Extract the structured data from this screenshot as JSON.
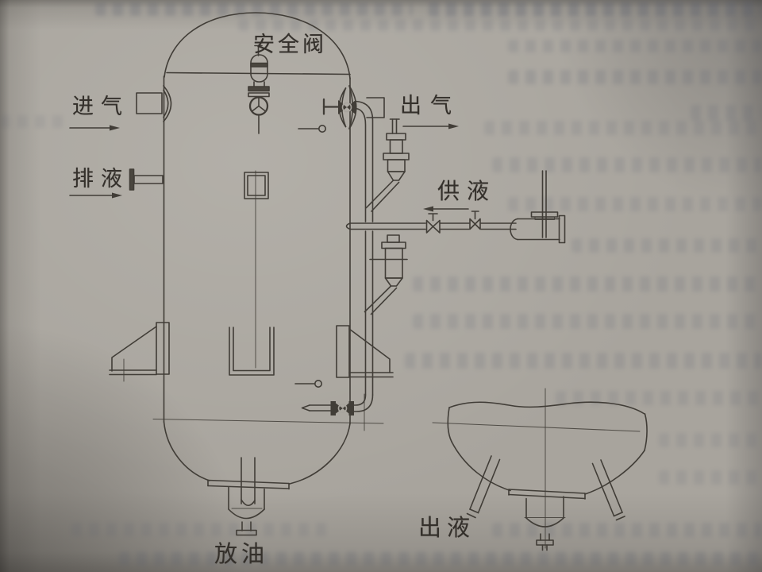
{
  "figure": {
    "kind": "scanned engineering line diagram",
    "subject": "vertical liquid separator vessel with safety valve, external piping and an enlarged bottom-head detail view",
    "labels": {
      "safety_valve": "安全阀",
      "gas_inlet": "进气",
      "liquid_drain": "排液",
      "gas_outlet": "出气",
      "liquid_supply": "供液",
      "oil_drain": "放油",
      "liquid_outlet": "出液"
    },
    "arrows": [
      {
        "for": "gas_inlet",
        "direction": "right"
      },
      {
        "for": "liquid_drain",
        "direction": "right"
      },
      {
        "for": "gas_outlet",
        "direction": "right"
      },
      {
        "for": "liquid_supply",
        "direction": "left"
      }
    ],
    "colors": {
      "paper": "#a8a49d",
      "ink": "#413d37"
    }
  }
}
